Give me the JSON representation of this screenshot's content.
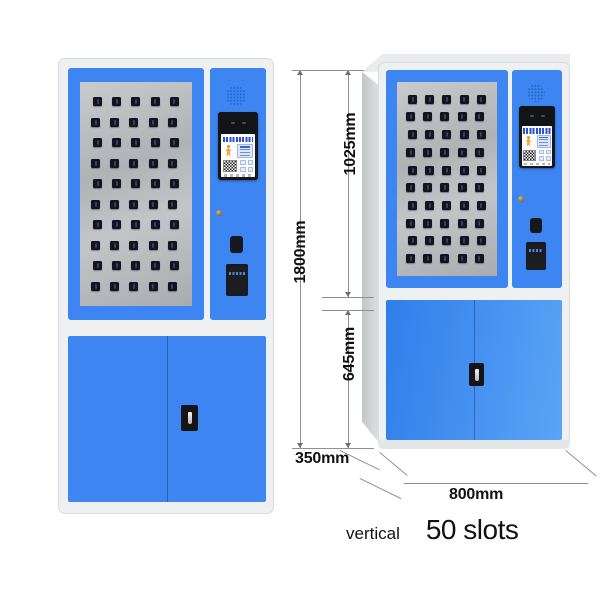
{
  "product": {
    "type_label": "vertical",
    "slots_label": "50 slots",
    "slot_rows": 10,
    "slot_columns": 5,
    "slot_total": 50
  },
  "dimensions": {
    "total_height": "1800mm",
    "upper_section_height": "1025mm",
    "lower_section_height": "645mm",
    "depth": "350mm",
    "width": "800mm"
  },
  "colors": {
    "door_blue": "#3d85f0",
    "frame_gray": "#eef0f1",
    "glass_gray": "#b9bcbf",
    "slot_dark": "#14141f",
    "dimension_line": "#8e9193",
    "text_black": "#121212"
  },
  "views": {
    "front": {
      "name": "front elevation view"
    },
    "perspective": {
      "name": "three-quarter perspective view"
    }
  },
  "components": {
    "speaker": "speaker-grille",
    "screen": "touchscreen-display",
    "camera": "face-recognition-camera",
    "lock_small": "panel-keyhole",
    "coin_slot": "coin-slot",
    "dispenser": "card-dispenser",
    "cabinet_lock": "cabinet-door-lock"
  }
}
